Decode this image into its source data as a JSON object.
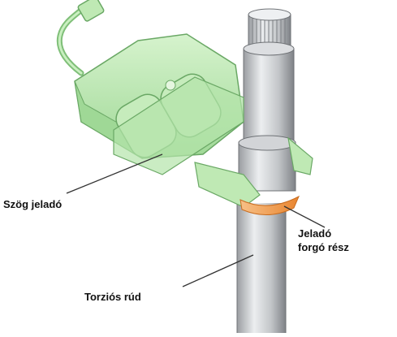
{
  "labels": {
    "angle_sensor": "Szög jeladó",
    "rotor_line1": "Jeladó",
    "rotor_line2": "forgó rész",
    "torsion_rod": "Torziós rúd"
  },
  "colors": {
    "housing_green": "#bfe9b4",
    "housing_shadow": "#8fd088",
    "housing_outline": "#6aa865",
    "shaft_gray": "#c4c6c9",
    "shaft_light": "#e6e7e9",
    "shaft_dark": "#8d9094",
    "rotor_orange": "#f2a25a",
    "leader_line": "#333333"
  },
  "icons": {
    "cable": "cable-icon",
    "shaft": "shaft-icon"
  }
}
